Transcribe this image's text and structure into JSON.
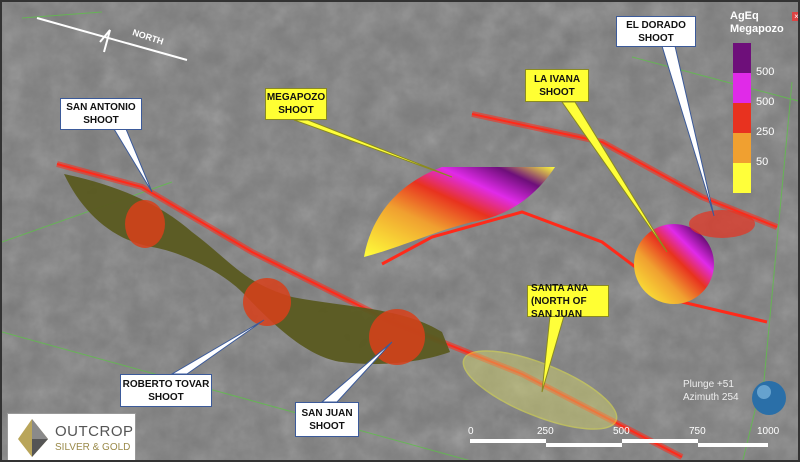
{
  "callouts": {
    "san_antonio": "SAN ANTONIO SHOOT",
    "roberto_tovar": "ROBERTO TOVAR SHOOT",
    "san_juan": "SAN JUAN SHOOT",
    "el_dorado": "EL DORADO SHOOT",
    "megapozo": "MEGAPOZO SHOOT",
    "la_ivana": "LA IVANA SHOOT",
    "santa_ana": "SANTA ANA (NORTH OF SAN JUAN"
  },
  "north_label": "NORTH",
  "legend": {
    "title_1": "AgEq",
    "title_2": "Megapozo",
    "close": "×",
    "bins": [
      {
        "color": "#6e0f7a",
        "label": "500"
      },
      {
        "color": "#e02ae8",
        "label": "500"
      },
      {
        "color": "#e8321f",
        "label": "250"
      },
      {
        "color": "#f0a030",
        "label": "50"
      },
      {
        "color": "#ffff3a",
        "label": ""
      }
    ]
  },
  "view": {
    "plunge": "Plunge +51",
    "azimuth": "Azimuth 254"
  },
  "scale_ticks": [
    "0",
    "250",
    "500",
    "750",
    "1000"
  ],
  "logo": {
    "line1": "OUTCROP",
    "line2": "SILVER & GOLD"
  }
}
